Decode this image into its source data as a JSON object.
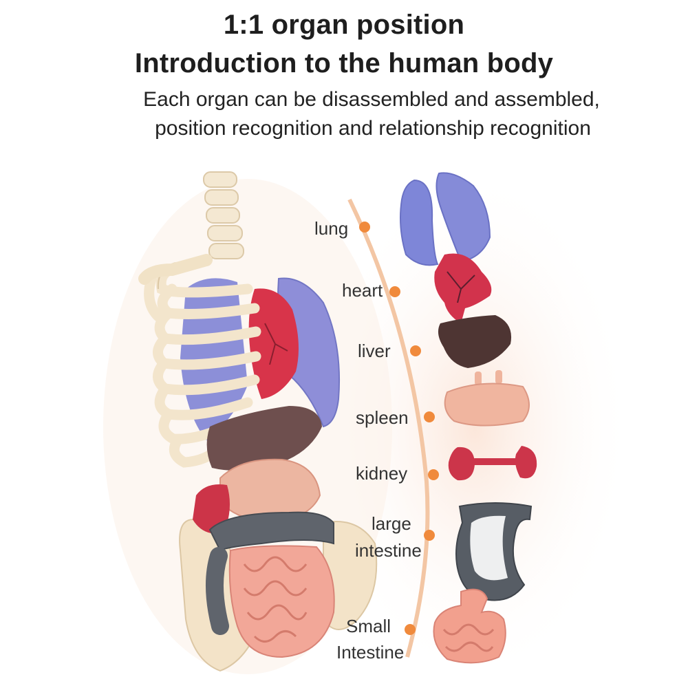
{
  "heading": {
    "line1": "1:1 organ position",
    "line2": "Introduction to the human body"
  },
  "subheading": {
    "line1": "Each organ can be disassembled and assembled,",
    "line2": "position recognition and relationship recognition"
  },
  "organ_labels": [
    {
      "text": "lung"
    },
    {
      "text": "heart"
    },
    {
      "text": "liver"
    },
    {
      "text": "spleen"
    },
    {
      "text": "kidney"
    },
    {
      "text": "large"
    },
    {
      "text": "intestine"
    },
    {
      "text": "Small"
    },
    {
      "text": "Intestine"
    }
  ],
  "colors": {
    "background": "#ffffff",
    "skeleton": "#f3e6cf",
    "lung": "#7d84d6",
    "heart": "#d23a4f",
    "liver": "#5b3c3a",
    "stomach": "#eab7a0",
    "kidney": "#c9374a",
    "large_intestine": "#5a6068",
    "small_intestine": "#ef9f8e",
    "timeline": "#f2b88f",
    "timeline_dot": "#f08a3c"
  }
}
